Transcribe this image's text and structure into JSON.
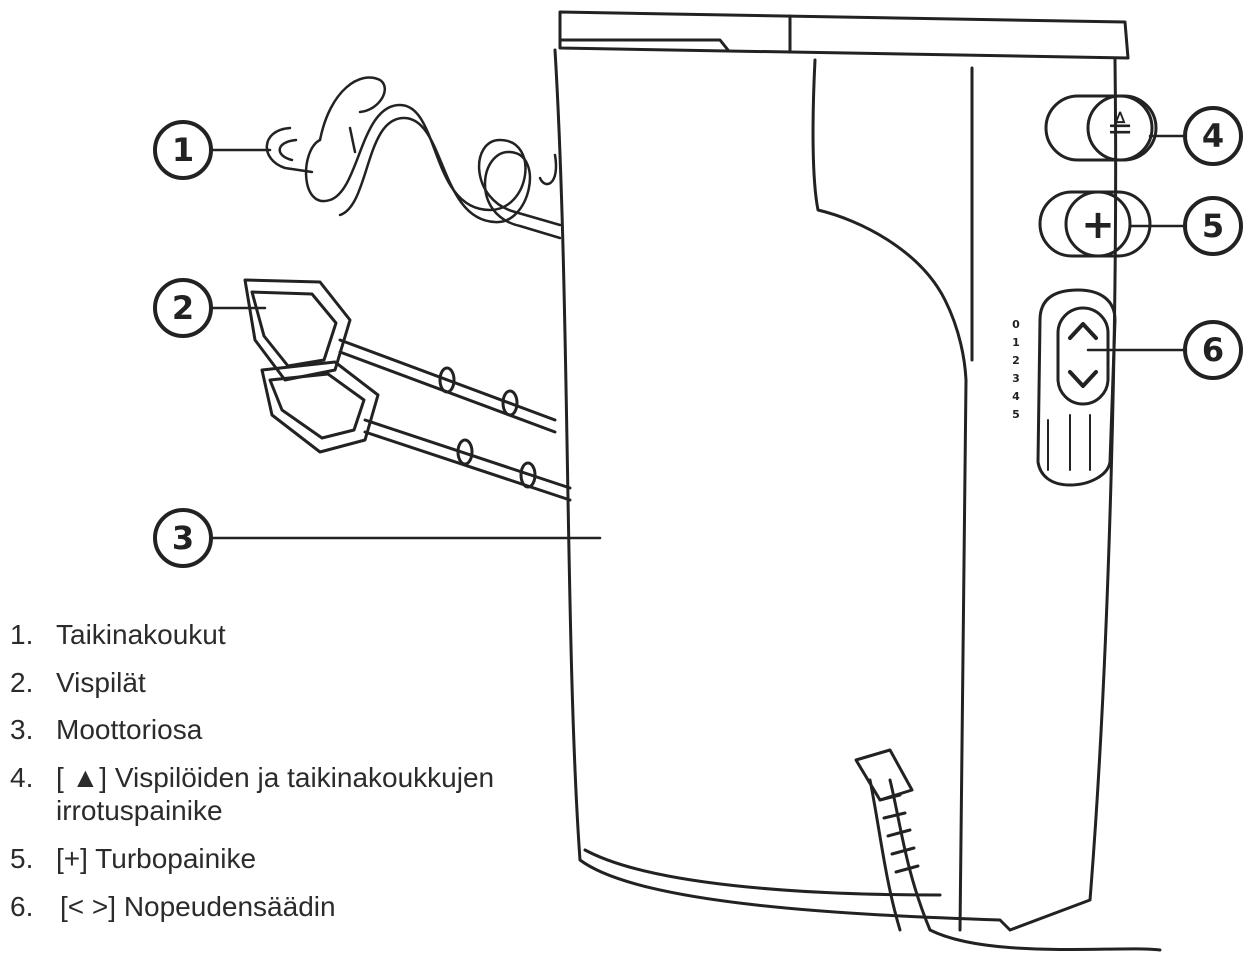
{
  "callouts": [
    "1",
    "2",
    "3",
    "4",
    "5",
    "6"
  ],
  "button_eject_symbol": "≜",
  "button_turbo_symbol": "+",
  "speed_scale": [
    "0",
    "1",
    "2",
    "3",
    "4",
    "5"
  ],
  "legend": [
    {
      "num": "1.",
      "label": "Taikinakoukut"
    },
    {
      "num": "2.",
      "label": "Vispilät"
    },
    {
      "num": "3.",
      "label": "Moottoriosa"
    },
    {
      "num": "4.",
      "label": "[ ▲] Vispilöiden ja taikinakoukkujen irrotuspainike"
    },
    {
      "num": "5.",
      "label": "[+] Turbopainike"
    },
    {
      "num": "6.",
      "label": "[< >] Nopeudensäädin"
    }
  ]
}
